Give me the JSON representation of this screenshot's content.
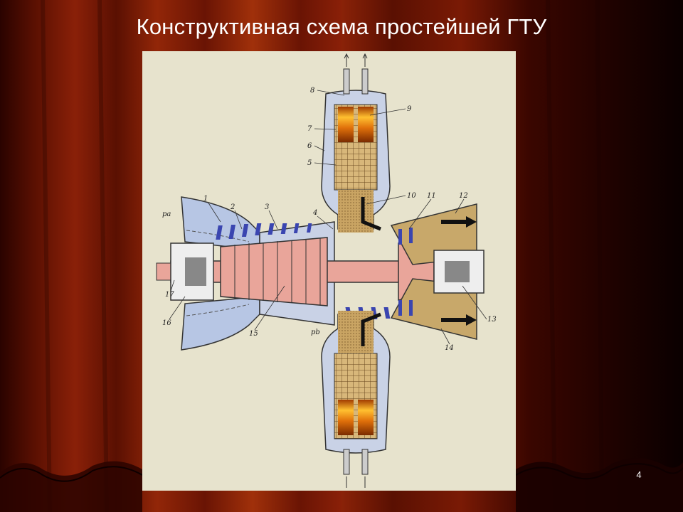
{
  "slide": {
    "title": "Конструктивная схема простейшей ГТУ",
    "page_number": "4"
  },
  "diagram": {
    "labels": {
      "p_a": "pa",
      "p_b": "pb",
      "n1": "1",
      "n2": "2",
      "n3": "3",
      "n4": "4",
      "n5": "5",
      "n6": "6",
      "n7": "7",
      "n8": "8",
      "n9": "9",
      "n10": "10",
      "n11": "11",
      "n12": "12",
      "n13": "13",
      "n14": "14",
      "n15": "15",
      "n16": "16",
      "n17": "17"
    }
  },
  "colors": {
    "curtain_dark": "#3a0600",
    "curtain_red": "#7a1a05",
    "figure_bg": "#e7e3cd",
    "inlet_blue": "#b7c6e4",
    "blade_blue": "#3a45b0",
    "rotor_pink": "#e9a59a",
    "gas_tan": "#c8a86a",
    "flame_orange": "#e07a10"
  }
}
